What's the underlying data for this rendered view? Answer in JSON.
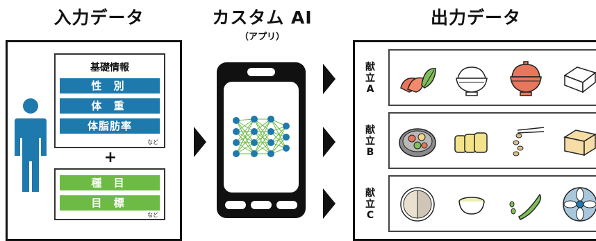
{
  "headings": {
    "input": "入力データ",
    "custom_ai": "カスタム AI",
    "app": "（アプリ）",
    "output": "出力データ"
  },
  "input_panel": {
    "basic_card": {
      "title": "基礎情報",
      "items": [
        "性 別",
        "体 重",
        "体脂肪率"
      ],
      "etc": "など"
    },
    "plus": "+",
    "goal_card": {
      "items": [
        "種 目",
        "目 標"
      ],
      "etc": "など"
    }
  },
  "output_panel": {
    "menus": [
      {
        "label": [
          "献",
          "立",
          "A"
        ],
        "foods": [
          "sashimi-icon",
          "rice-bowl-icon",
          "miso-soup-icon",
          "tofu-icon"
        ]
      },
      {
        "label": [
          "献",
          "立",
          "B"
        ],
        "foods": [
          "nabe-icon",
          "tamagoyaki-icon",
          "natto-chopsticks-icon",
          "tofu-block-icon"
        ]
      },
      {
        "label": [
          "献",
          "立",
          "C"
        ],
        "foods": [
          "plate-icon",
          "tea-cup-icon",
          "edamame-icon",
          "flower-plate-icon"
        ]
      }
    ]
  },
  "colors": {
    "blue": "#1e79ad",
    "green": "#6dba45",
    "black": "#111111"
  }
}
